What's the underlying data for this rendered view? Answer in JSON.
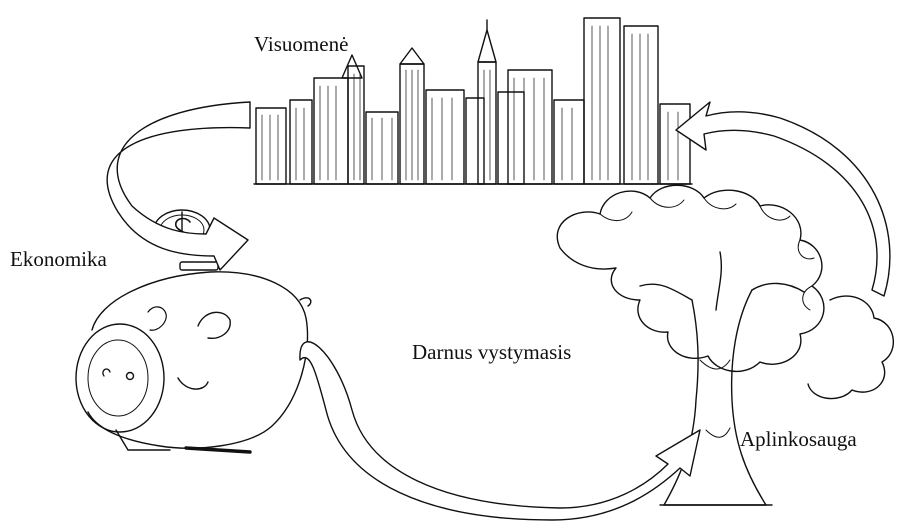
{
  "labels": {
    "society": "Visuomenė",
    "economy": "Ekonomika",
    "sustainable_development": "Darnus vystymasis",
    "environment": "Aplinkosauga"
  },
  "illustrations": {
    "city": "city-skyline-sketch",
    "piggy_bank": "piggy-bank-sketch",
    "tree": "tree-sketch",
    "coin": "dollar-coin-sketch"
  },
  "colors": {
    "ink": "#111111",
    "background": "#ffffff"
  }
}
